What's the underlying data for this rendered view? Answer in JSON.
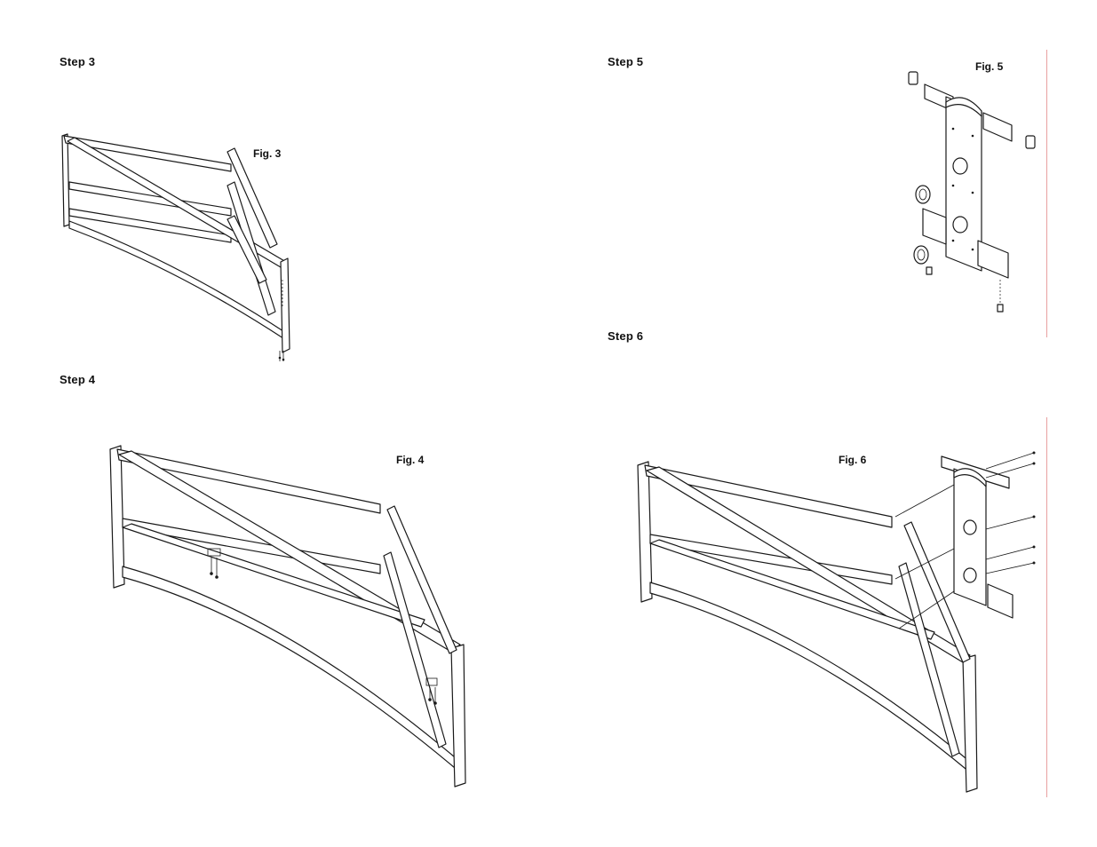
{
  "page": {
    "accent_color": "#e8a0a0"
  },
  "steps": [
    {
      "id": "step3",
      "label": "Step 3",
      "figure_label": "Fig. 3"
    },
    {
      "id": "step4",
      "label": "Step 4",
      "figure_label": "Fig. 4"
    },
    {
      "id": "step5",
      "label": "Step 5",
      "figure_label": "Fig. 5"
    },
    {
      "id": "step6",
      "label": "Step 6",
      "figure_label": "Fig. 6"
    }
  ]
}
